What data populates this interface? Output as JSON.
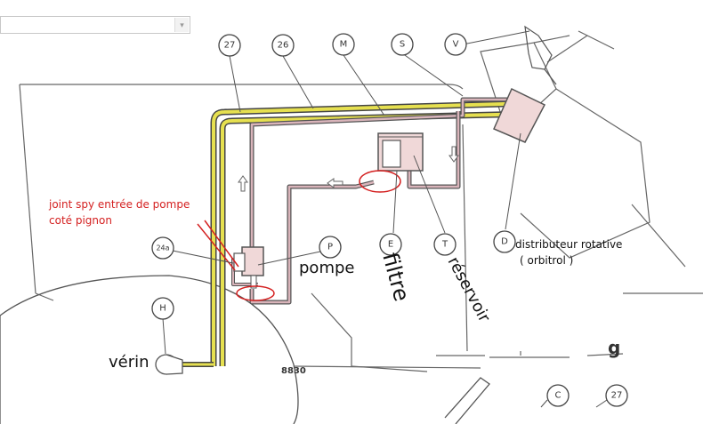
{
  "dropdown": {
    "selected": "",
    "arrow_icon": "chevron-down-icon"
  },
  "callouts": {
    "c27_top": "27",
    "c26": "26",
    "cM": "M",
    "cS": "S",
    "cV": "V",
    "c24a": "24a",
    "cP": "P",
    "cE": "E",
    "cT": "T",
    "cD": "D",
    "cH": "H",
    "cC": "C",
    "c27_bottom": "27"
  },
  "labels": {
    "pompe": "pompe",
    "filtre": "filtre",
    "reservoir": "réservoir",
    "verin": "vérin",
    "distributeur_line1": "distributeur rotative",
    "distributeur_line2": "( orbitrol )",
    "joint_line1": "joint spy entrée de pompe",
    "joint_line2": "coté pignon",
    "figure_number": "8830",
    "g_mark": "g"
  },
  "colors": {
    "annotation_red": "#d42020",
    "hydraulic_yellow": "#e6e050",
    "hydraulic_pink": "#d9b4ba",
    "outline": "#555555"
  }
}
